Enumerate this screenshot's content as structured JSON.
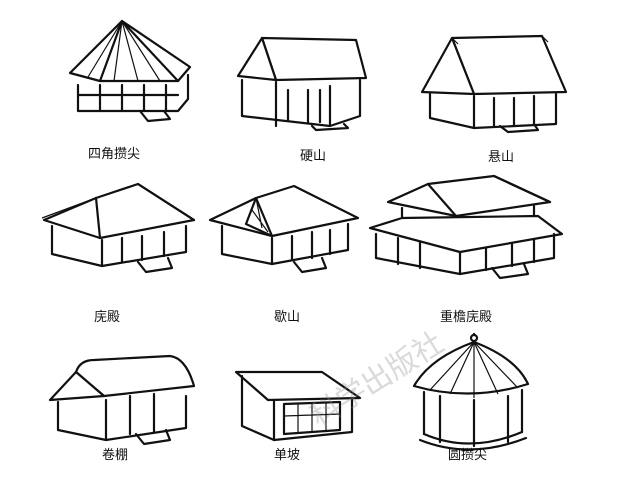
{
  "figures": [
    {
      "label": "四角攒尖"
    },
    {
      "label": "硬山"
    },
    {
      "label": "悬山"
    },
    {
      "label": "庑殿"
    },
    {
      "label": "歇山"
    },
    {
      "label": "重檐庑殿"
    },
    {
      "label": "卷棚"
    },
    {
      "label": "单坡"
    },
    {
      "label": "圆攒尖"
    }
  ],
  "watermark": "科学出版社"
}
